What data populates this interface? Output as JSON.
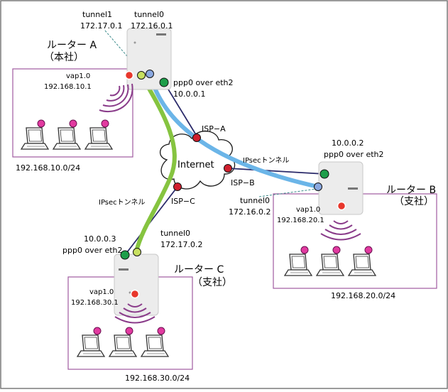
{
  "colors": {
    "frame": "#7a7a7a",
    "lan_box": "#a05aa0",
    "tunnel_blue": "#6bb5e8",
    "tunnel_green": "#86c440",
    "wire": "#2a2a6a",
    "isp_dot": "#d01f2e",
    "ppp_dot": "#1e9e4a",
    "vap_dot": "#e8372c",
    "pc_dot": "#e23aa0",
    "tunnel_dot_blue": "#8aa8e0",
    "tunnel_dot_green": "#c8e060",
    "wifi": "#8a3c8a",
    "device": "#ececec"
  },
  "internet": {
    "label": "Internet"
  },
  "isp": {
    "a": "ISP−A",
    "b": "ISP−B",
    "c": "ISP−C"
  },
  "ipsec": {
    "label_b": "IPsecトンネル",
    "label_c": "IPsecトンネル"
  },
  "router_a": {
    "name": "ルーター A",
    "site": "（本社）",
    "tunnel1": "tunnel1",
    "tunnel1_ip": "172.17.0.1",
    "tunnel0": "tunnel0",
    "tunnel0_ip": "172.16.0.1",
    "vap": "vap1.0",
    "vap_ip": "192.168.10.1",
    "ppp": "ppp0 over eth2",
    "ppp_ip": "10.0.0.1",
    "lan": "192.168.10.0/24"
  },
  "router_b": {
    "name": "ルーター B",
    "site": "（支社）",
    "ppp_ip": "10.0.0.2",
    "ppp": "ppp0 over eth2",
    "tunnel0": "tunnel0",
    "tunnel0_ip": "172.16.0.2",
    "vap": "vap1.0",
    "vap_ip": "192.168.20.1",
    "lan": "192.168.20.0/24"
  },
  "router_c": {
    "name": "ルーター C",
    "site": "（支社）",
    "ppp_ip": "10.0.0.3",
    "ppp": "ppp0 over eth2",
    "tunnel0": "tunnel0",
    "tunnel0_ip": "172.17.0.2",
    "vap": "vap1.0",
    "vap_ip": "192.168.30.1",
    "lan": "192.168.30.0/24"
  }
}
